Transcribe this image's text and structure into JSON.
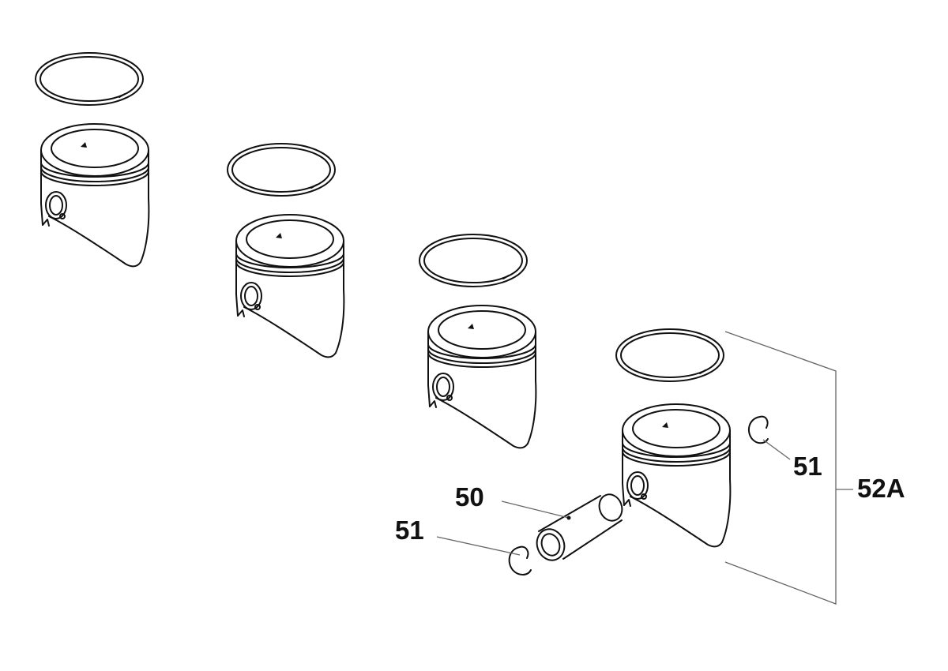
{
  "callouts": {
    "circlip_right": "51",
    "piston_pin": "50",
    "circlip_left": "51",
    "piston_kit": "52A"
  },
  "colors": {
    "line": "#111111",
    "leader": "#666666",
    "background": "#ffffff"
  }
}
